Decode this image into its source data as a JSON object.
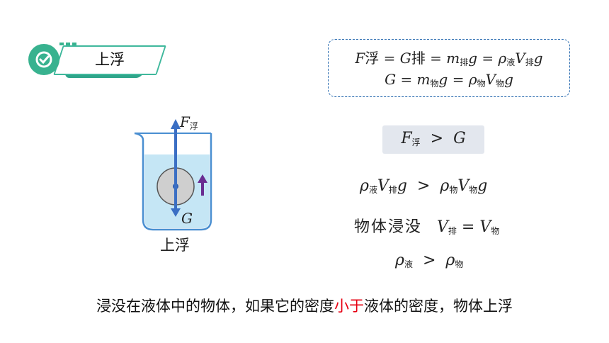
{
  "badge": {
    "title": "上浮"
  },
  "formula_box": {
    "line1": {
      "F": "F",
      "fu": "浮",
      "eq1": " = G",
      "pai1": "排",
      "eq2": " = m",
      "pai2": "排",
      "g1": "g = ρ",
      "ye": "液",
      "V": "V",
      "pai3": "排",
      "g2": "g"
    },
    "line2": {
      "G": "G = m",
      "wu1": "物",
      "g": "g = ρ",
      "wu2": "物",
      "V": "V",
      "wu3": "物",
      "g2": "g"
    }
  },
  "condition": {
    "F": "F",
    "fu": "浮",
    "gt": ">",
    "G": "G"
  },
  "derivation": {
    "row1": {
      "rho": "ρ",
      "ye": "液",
      "V": "V",
      "pai": "排",
      "g": "g",
      "gt": ">",
      "rho2": "ρ",
      "wu": "物",
      "V2": "V",
      "wu2": "物",
      "g2": "g"
    },
    "row2": {
      "text": "物体浸没",
      "V": "V",
      "pai": "排",
      "eq": "=",
      "V2": "V",
      "wu": "物"
    },
    "row3": {
      "rho": "ρ",
      "ye": "液",
      "gt": ">",
      "rho2": "ρ",
      "wu": "物"
    }
  },
  "diagram": {
    "force_up_label": "F",
    "force_up_sub": "浮",
    "force_down_label": "G",
    "caption": "上浮"
  },
  "caption": {
    "before": "浸没在液体中的物体，如果它的密度",
    "highlight": "小于",
    "after": "液体的密度，物体上浮"
  },
  "colors": {
    "accent": "#38b28f",
    "arrow": "#3b6fc4",
    "motion_arrow": "#6a2c91",
    "highlight": "#e60012",
    "water": "#c5e6f5"
  }
}
